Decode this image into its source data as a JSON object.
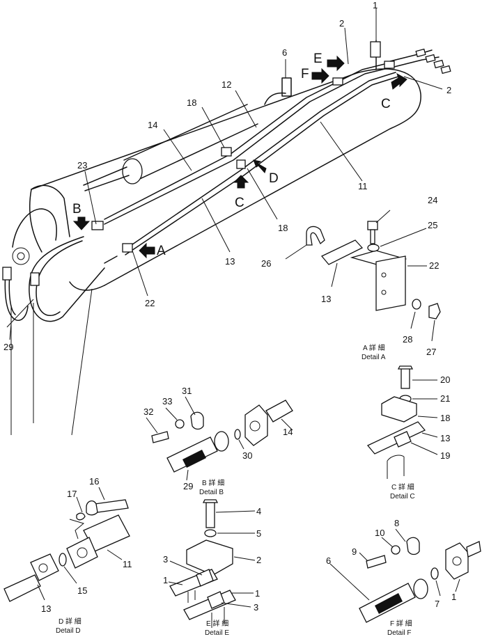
{
  "callouts": {
    "n1": "1",
    "n2": "2",
    "n3": "3",
    "n4": "4",
    "n5": "5",
    "n6": "6",
    "n7": "7",
    "n8": "8",
    "n9": "9",
    "n10": "10",
    "n11": "11",
    "n12": "12",
    "n13": "13",
    "n14": "14",
    "n15": "15",
    "n16": "16",
    "n17": "17",
    "n18": "18",
    "n19": "19",
    "n20": "20",
    "n21": "21",
    "n22": "22",
    "n23": "23",
    "n24": "24",
    "n25": "25",
    "n26": "26",
    "n27": "27",
    "n28": "28",
    "n29": "29",
    "n30": "30",
    "n31": "31",
    "n32": "32",
    "n33": "33"
  },
  "view_letters": {
    "a": "A",
    "b": "B",
    "c": "C",
    "d": "D",
    "e": "E",
    "f": "F"
  },
  "details": {
    "a": {
      "jp": "A 詳 細",
      "en": "Detail A"
    },
    "b": {
      "jp": "B 詳 細",
      "en": "Detail B"
    },
    "c": {
      "jp": "C 詳 細",
      "en": "Detail C"
    },
    "d": {
      "jp": "D 詳 細",
      "en": "Detail D"
    },
    "e": {
      "jp": "E 詳 細",
      "en": "Detail E"
    },
    "f": {
      "jp": "F 詳 細",
      "en": "Detail F"
    }
  }
}
